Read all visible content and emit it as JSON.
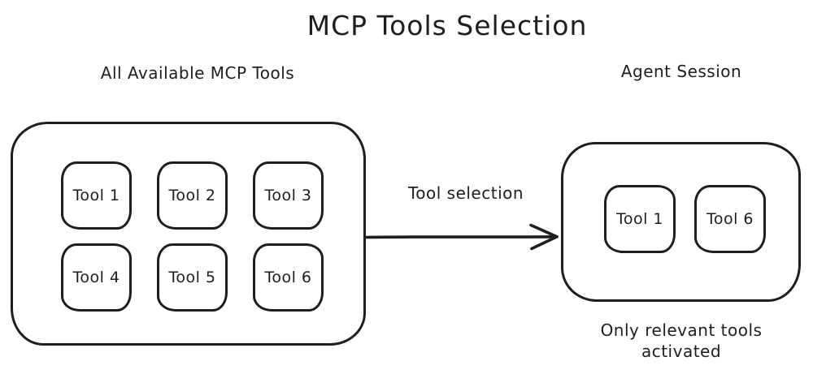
{
  "title": "MCP Tools Selection",
  "left_group": {
    "label": "All Available MCP Tools",
    "tools": [
      "Tool 1",
      "Tool 2",
      "Tool 3",
      "Tool 4",
      "Tool 5",
      "Tool 6"
    ]
  },
  "arrow": {
    "label": "Tool selection"
  },
  "right_group": {
    "label": "Agent Session",
    "tools": [
      "Tool 1",
      "Tool 6"
    ],
    "caption_line1": "Only relevant tools",
    "caption_line2": "activated"
  },
  "colors": {
    "stroke": "#1e1e1e",
    "background": "#ffffff"
  }
}
